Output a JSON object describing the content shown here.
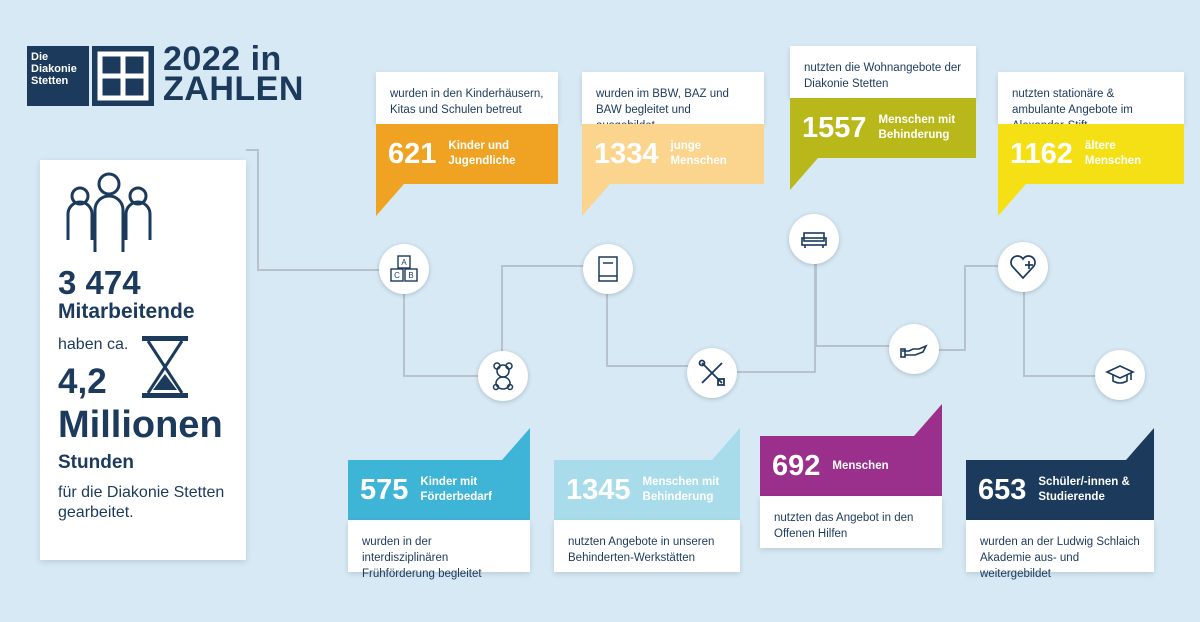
{
  "header": {
    "logo_text": "Die\nDiakonie\nStetten",
    "title_line1": "2022 in",
    "title_line2": "ZAHLEN"
  },
  "staff": {
    "count": "3 474",
    "label": "Mitarbeitende",
    "haben": "haben ca.",
    "hours_value": "4,2",
    "hours_unit": "Millionen",
    "stunden": "Stunden",
    "suffix": "für die Diakonie Stetten gearbeitet."
  },
  "top_cards": [
    {
      "text": "wurden in den Kinderhäusern, Kitas und Schulen betreut",
      "number": "621",
      "label": "Kinder und Jugendliche",
      "color": "#f0a323",
      "text_color": "#ffffff"
    },
    {
      "text": "wurden im BBW, BAZ und BAW begleitet und ausgebildet",
      "number": "1334",
      "label": "junge Menschen",
      "color": "#fbd48e",
      "text_color": "#ffffff"
    },
    {
      "text": "nutzten die Wohnangebote der Diakonie Stetten",
      "number": "1557",
      "label": "Menschen mit Behinderung",
      "color": "#b9b81a",
      "text_color": "#ffffff"
    },
    {
      "text": "nutzten stationäre & ambulante Angebote im Alexander-Stift",
      "number": "1162",
      "label": "ältere Menschen",
      "color": "#f5e015",
      "text_color": "#ffffff"
    }
  ],
  "bottom_cards": [
    {
      "text": "wurden in der interdisziplinären Frühförderung begleitet",
      "number": "575",
      "label": "Kinder mit Förderbedarf",
      "color": "#3eb4d6",
      "text_color": "#ffffff"
    },
    {
      "text": "nutzten Angebote in unseren Behinderten-Werkstätten",
      "number": "1345",
      "label": "Menschen mit Behinderung",
      "color": "#a8dcea",
      "text_color": "#ffffff"
    },
    {
      "text": "nutzten das Angebot in den Offenen Hilfen",
      "number": "692",
      "label": "Menschen",
      "color": "#9a2f8c",
      "text_color": "#ffffff"
    },
    {
      "text": "wurden an der Ludwig Schlaich Akademie aus- und weitergebildet",
      "number": "653",
      "label": "Schüler/-innen & Studierende",
      "color": "#1b3a5c",
      "text_color": "#ffffff"
    }
  ],
  "icons": {
    "blocks": {
      "letters": [
        "A",
        "B",
        "C"
      ]
    },
    "teddy": "teddy-bear-icon",
    "book": "book-icon",
    "tools": "tools-icon",
    "sofa": "sofa-icon",
    "hand": "open-hand-icon",
    "heart": "heart-plus-icon",
    "cap": "graduation-cap-icon"
  }
}
